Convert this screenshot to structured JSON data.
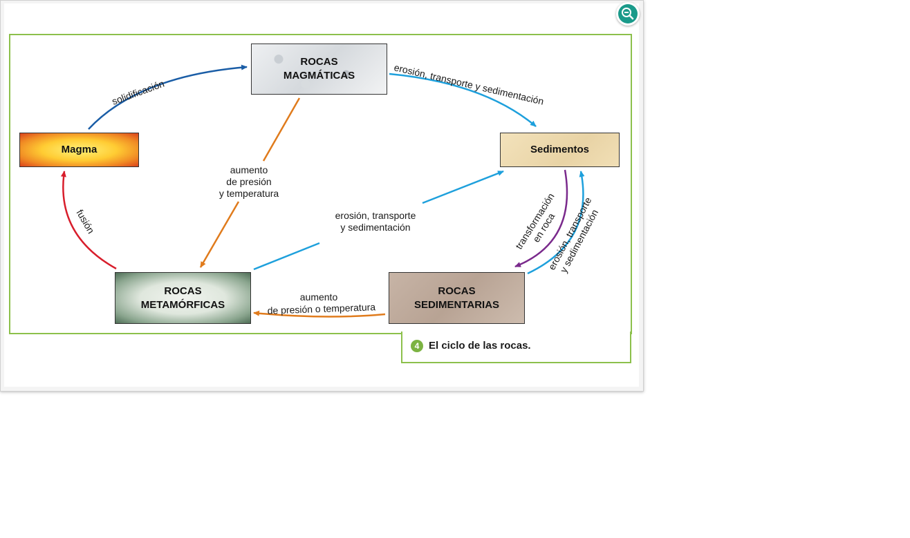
{
  "diagram": {
    "caption_number": "4",
    "caption_text": "El ciclo de las rocas.",
    "nodes": {
      "rocas_magmaticas": "ROCAS\nMAGMÁTICAS",
      "magma": "Magma",
      "sedimentos": "Sedimentos",
      "rocas_metamorficas": "ROCAS\nMETAMÓRFICAS",
      "rocas_sedimentarias": "ROCAS\nSEDIMENTARIAS"
    },
    "edges": {
      "solidificacion": "solidificación",
      "erosion_top": "erosión, transporte y sedimentación",
      "aumento_presion_temp_1": "aumento",
      "aumento_presion_temp_2": "de presión",
      "aumento_presion_temp_3": "y temperatura",
      "erosion_mid_1": "erosión, transporte",
      "erosion_mid_2": "y sedimentación",
      "transformacion_1": "transformación",
      "transformacion_2": "en roca",
      "erosion_right_1": "erosión, transporte",
      "erosion_right_2": "y sedimentación",
      "fusion": "fusión",
      "aumento_bottom_1": "aumento",
      "aumento_bottom_2": "de presión o temperatura"
    },
    "colors": {
      "blue_dark": "#1a5da6",
      "blue_light": "#1ea0dc",
      "orange": "#e07b1c",
      "red": "#d81e2c",
      "purple": "#7a2a8c",
      "frame_green": "#8cc04b"
    }
  },
  "toolbar": {
    "zoom_icon": "zoom-out-icon"
  }
}
